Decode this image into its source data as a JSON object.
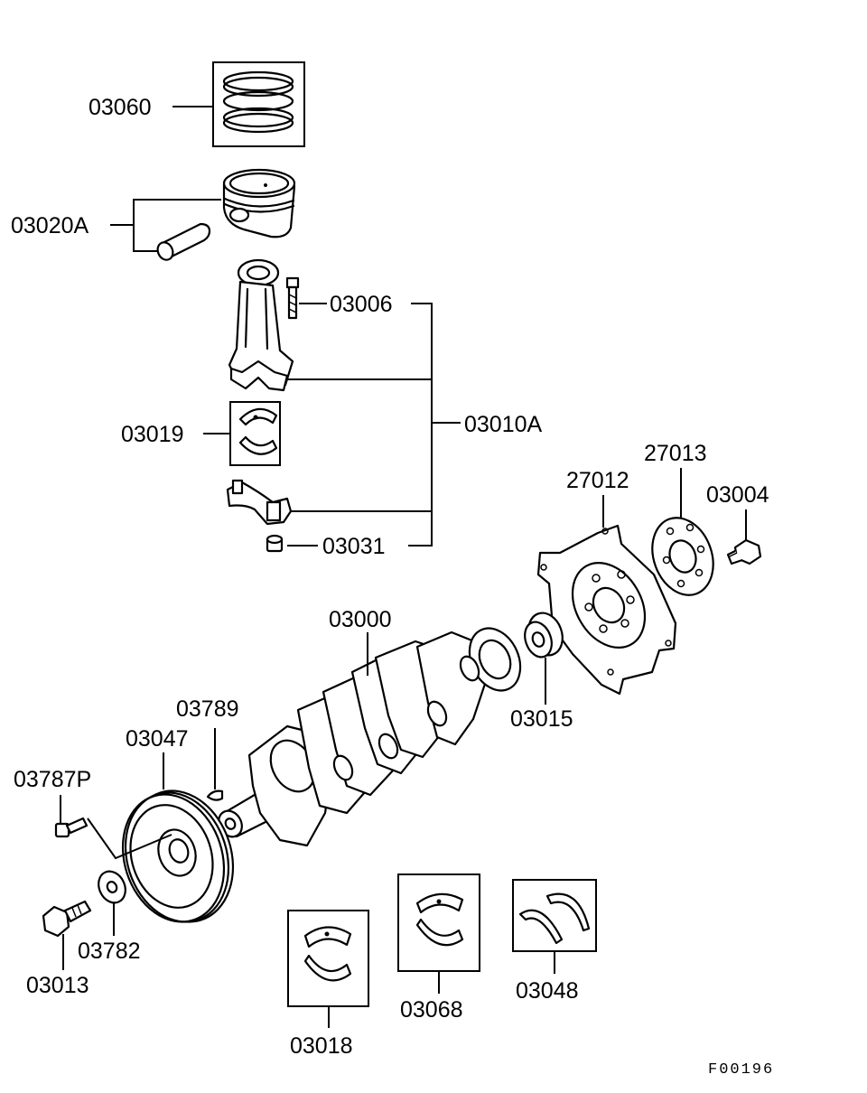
{
  "figure_code": "F00196",
  "parts": {
    "p03060": "03060",
    "p03020A": "03020A",
    "p03006": "03006",
    "p03010A": "03010A",
    "p03019": "03019",
    "p03031": "03031",
    "p27012": "27012",
    "p27013": "27013",
    "p03004": "03004",
    "p03000": "03000",
    "p03015": "03015",
    "p03789": "03789",
    "p03047": "03047",
    "p03787P": "03787P",
    "p03782": "03782",
    "p03013": "03013",
    "p03018": "03018",
    "p03068": "03068",
    "p03048": "03048"
  }
}
